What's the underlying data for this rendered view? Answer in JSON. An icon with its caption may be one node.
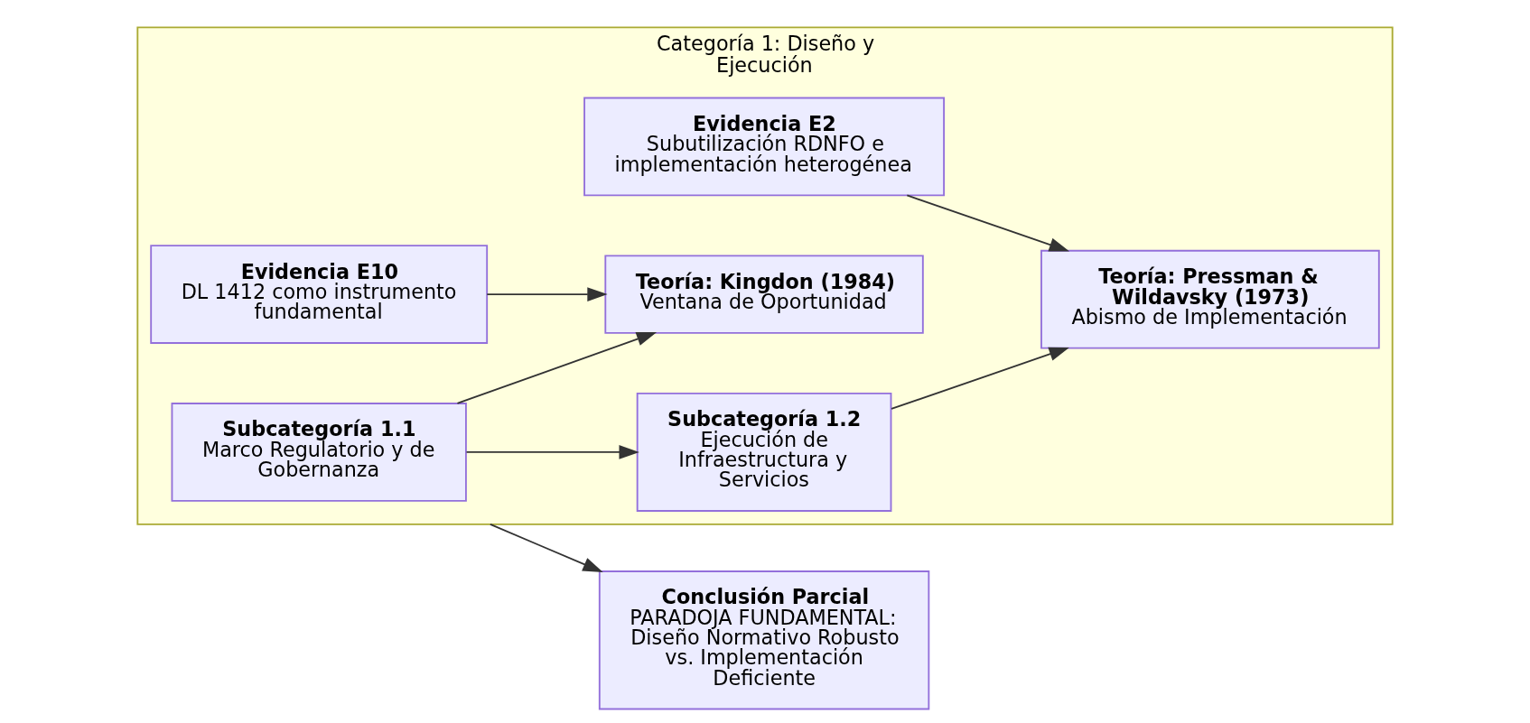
{
  "diagram": {
    "nodes": [
      {
        "text": [
          "Categoría 1: Diseño y Ejecución"
        ]
      },
      {
        "text": [
          "Subcategoría 1.1",
          "Marco Regulatorio y de Gobernanza"
        ],
        "in": 0
      },
      {
        "text": [
          "Subcategoría 1.2",
          "Ejecución de Infraestructura y Servicios"
        ],
        "in": 0
      },
      {
        "text": [
          "Teoría: Kingdon (1984)",
          "Ventana de Oportunidad"
        ],
        "in": 0
      },
      {
        "text": [
          "Evidencia E10",
          "DL 1412 como instrumento fundamental"
        ],
        "in": 0
      },
      {
        "text": [
          "Teoría: Pressman & Wildavsky (1973)",
          "Abismo de Implementación"
        ],
        "in": 0
      },
      {
        "text": [
          "Evidencia E2",
          "Subutilización RDNFO e implementación heterogénea"
        ],
        "in": 0
      },
      {
        "text": [
          "Conclusión Parcial",
          "PARADOJA FUNDAMENTAL: Diseño Normativo Robusto vs. Implementación Deficiente"
        ]
      }
    ],
    "edges": [
      {
        "from": 1,
        "to": 2,
        "arrow": "to"
      },
      {
        "from": 1,
        "to": 3,
        "arrow": "to"
      },
      {
        "from": 4,
        "to": 3,
        "arrow": "to"
      },
      {
        "from": 2,
        "to": 5,
        "arrow": "to"
      },
      {
        "from": 6,
        "to": 5,
        "arrow": "to"
      },
      {
        "from": 0,
        "to": 7,
        "arrow": "to"
      }
    ]
  }
}
